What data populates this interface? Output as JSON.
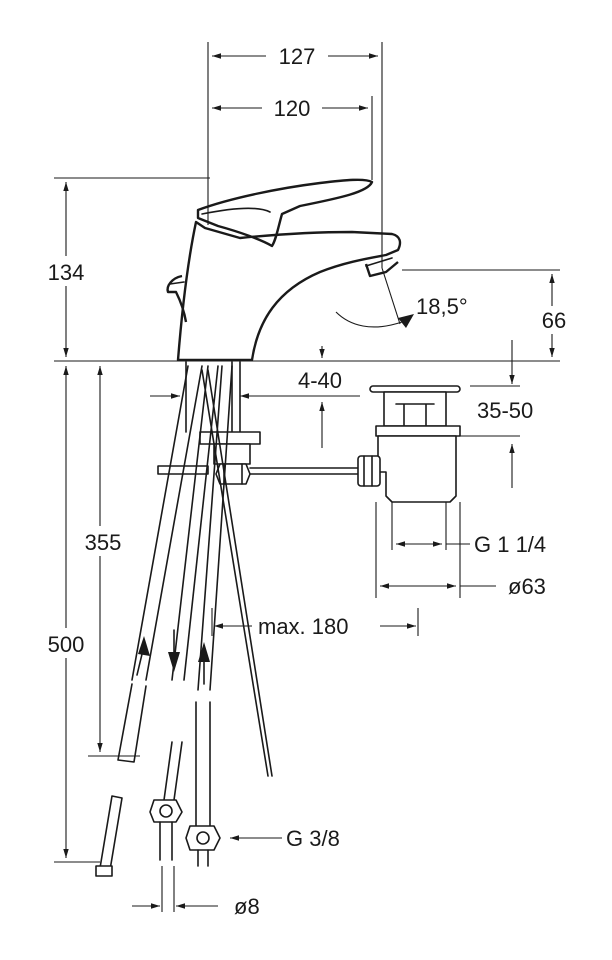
{
  "dimensions": {
    "width_127": "127",
    "width_120": "120",
    "height_134": "134",
    "angle": "18,5°",
    "height_66": "66",
    "range_4_40": "4-40",
    "range_35_50": "35-50",
    "height_355": "355",
    "height_500": "500",
    "thread_g114": "G 1 1/4",
    "dia_63": "ø63",
    "max_180": "max. 180",
    "thread_g38": "G 3/8",
    "dia_8": "ø8"
  }
}
